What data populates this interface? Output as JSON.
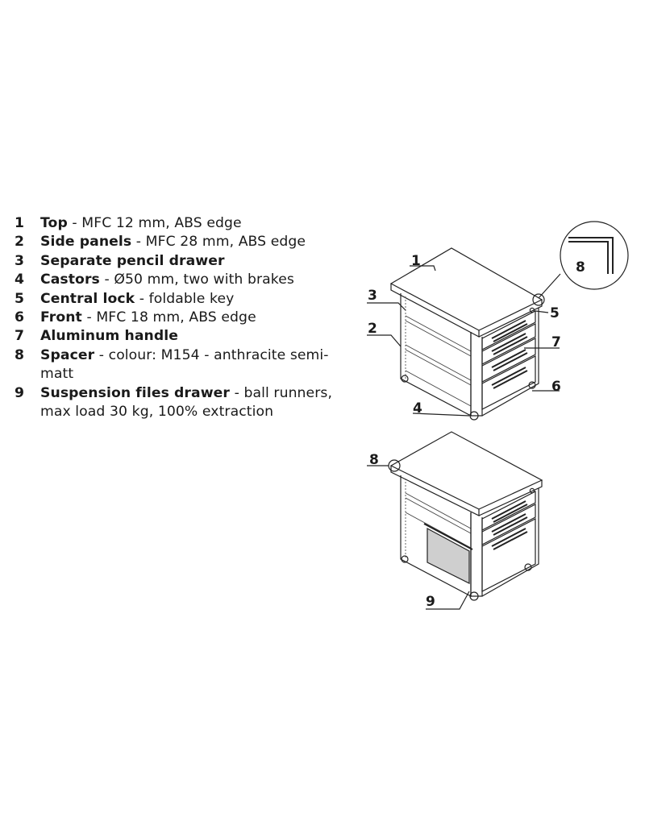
{
  "legend": [
    {
      "num": "1",
      "name": "Top",
      "desc": "MFC 12 mm, ABS edge"
    },
    {
      "num": "2",
      "name": "Side panels",
      "desc": "MFC 28 mm, ABS edge"
    },
    {
      "num": "3",
      "name": "Separate pencil drawer",
      "desc": ""
    },
    {
      "num": "4",
      "name": "Castors",
      "desc": "Ø50 mm, two with brakes"
    },
    {
      "num": "5",
      "name": "Central lock",
      "desc": "foldable key"
    },
    {
      "num": "6",
      "name": "Front",
      "desc": "MFC 18 mm, ABS edge"
    },
    {
      "num": "7",
      "name": "Aluminum handle",
      "desc": ""
    },
    {
      "num": "8",
      "name": "Spacer",
      "desc": "colour: M154 - anthracite semi-matt"
    },
    {
      "num": "9",
      "name": "Suspension files drawer",
      "desc": "ball runners, max load 30 kg, 100% extraction"
    }
  ],
  "separator": " - ",
  "callouts": {
    "top": "1",
    "side_panels": "2",
    "pencil_drawer": "3",
    "castors": "4",
    "lock": "5",
    "front": "6",
    "handle": "7",
    "spacer_detail": "8",
    "spacer_lower": "8",
    "suspension_drawer": "9"
  },
  "colors": {
    "line": "#222222",
    "text": "#1a1a1a",
    "file_panel": "#cfcfcf",
    "background": "#ffffff"
  }
}
